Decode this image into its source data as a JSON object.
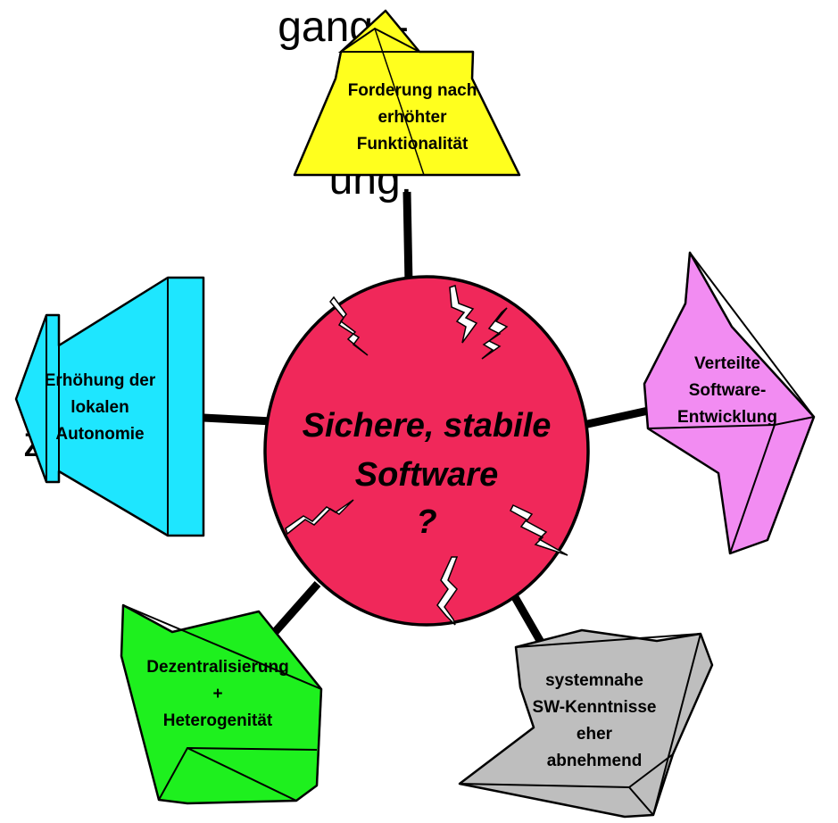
{
  "background_fragments": {
    "line1": "gangs-",
    "line2": "ung,",
    "line3": "z"
  },
  "center": {
    "line1": "Sichere, stabile",
    "line2": "Software",
    "line3": "?"
  },
  "nodes": {
    "top": {
      "lines": [
        "Forderung nach",
        "erhöhter",
        "Funktionalität"
      ]
    },
    "right": {
      "lines": [
        "Verteilte",
        "Software-",
        "Entwicklung"
      ]
    },
    "left": {
      "lines": [
        "Erhöhung der",
        "lokalen",
        "Autonomie"
      ]
    },
    "bottom_left": {
      "lines": [
        "Dezentralisierung",
        "+",
        "Heterogenität"
      ]
    },
    "bottom_right": {
      "lines": [
        "systemnahe",
        "SW-Kenntnisse",
        "eher",
        "abnehmend"
      ]
    }
  },
  "colors": {
    "center_fill": "#f0285a",
    "top_fill": "#ffff1e",
    "right_fill": "#f28cf2",
    "left_fill": "#1ee6ff",
    "bottom_left_fill": "#1ef01e",
    "bottom_right_fill": "#bebebe",
    "outline": "#000000"
  }
}
